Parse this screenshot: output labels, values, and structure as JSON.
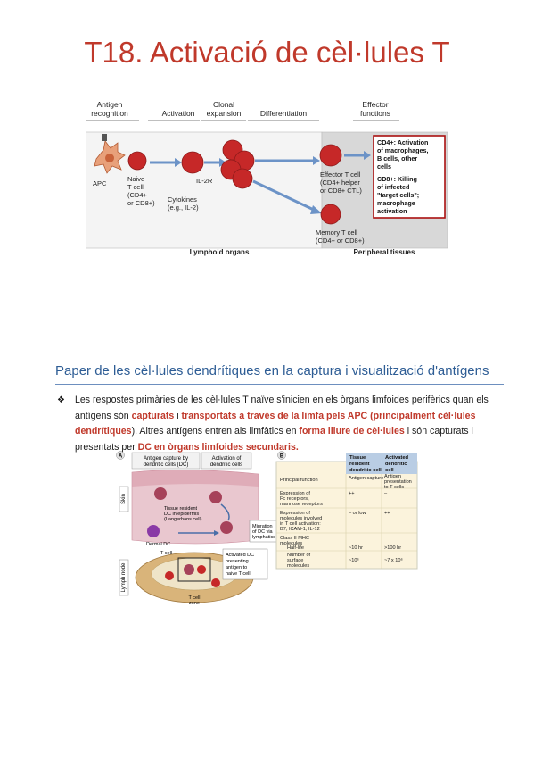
{
  "page": {
    "title": "T18. Activació de cèl·lules T",
    "section_heading": "Paper de les cèl·lules dendrítiques en la captura i visualització d'antígens",
    "paragraph": {
      "s1": "Les respostes primàries de les cèl·lules T naïve s'inicien en els òrgans limfoides perifèrics quan els antígens són ",
      "h1": "capturats",
      "s2": " i ",
      "h2": "transportats a través de la limfa pels APC",
      "s3": " (",
      "h3": "principalment cèl·lules dendrítiques",
      "s4": ").  Altres antígens entren als limfàtics en ",
      "h4": "forma lliure de cèl·lules",
      "s5": " i són capturats i presentats per ",
      "h5": "DC en òrgans limfoides secundaris",
      "s6": "."
    }
  },
  "figure1": {
    "headers": [
      "Antigen recognition",
      "Activation",
      "Clonal expansion",
      "Differentiation",
      "Effector functions"
    ],
    "labels": {
      "apc": "APC",
      "naive_1": "Naive",
      "naive_2": "T cell",
      "naive_3": "(CD4+",
      "naive_4": "or CD8+)",
      "il2r": "IL-2R",
      "cyto_1": "Cytokines",
      "cyto_2": "(e.g., IL-2)",
      "eff_1": "Effector T cell",
      "eff_2": "(CD4+ helper",
      "eff_3": "or CD8+ CTL)",
      "mem_1": "Memory T cell",
      "mem_2": "(CD4+ or CD8+)",
      "box_1": "CD4+: Activation",
      "box_2": "of macrophages,",
      "box_3": "B cells, other",
      "box_4": "cells",
      "box_5": "CD8+: Killing",
      "box_6": "of infected",
      "box_7": "\"target cells\";",
      "box_8": "macrophage",
      "box_9": "activation",
      "lymphoid": "Lymphoid organs",
      "peripheral": "Peripheral tissues"
    }
  },
  "figure2": {
    "panel_a": "A",
    "panel_b": "B",
    "a_head1_l1": "Antigen capture by",
    "a_head1_l2": "dendritic cells (DC)",
    "a_head2_l1": "Activation of",
    "a_head2_l2": "dendritic cells",
    "skin": "Skin",
    "lymph_node": "Lymph node",
    "trdc_1": "Tissue resident",
    "trdc_2": "DC in epidermis",
    "trdc_3": "(Langerhans cell)",
    "dermal": "Dermal DC",
    "mig_1": "Migration",
    "mig_2": "of DC via",
    "mig_3": "lymphatics",
    "tcell": "T cell",
    "act_1": "Activated DC",
    "act_2": "presenting",
    "act_3": "antigen to",
    "act_4": "naive T cell",
    "tzone_1": "T cell",
    "tzone_2": "zone",
    "table": {
      "col1_l1": "Tissue",
      "col1_l2": "resident",
      "col1_l3": "dendritic cell",
      "col2_l1": "Activated",
      "col2_l2": "dendritic",
      "col2_l3": "cell",
      "r1_label": "Principal function",
      "r1_c1": "Antigen capture",
      "r1_c2a": "Antigen",
      "r1_c2b": "presentation",
      "r1_c2c": "to T cells",
      "r2_l1": "Expression of",
      "r2_l2": "Fc receptors,",
      "r2_l3": "mannose receptors",
      "r2_c1": "++",
      "r2_c2": "–",
      "r3_l1": "Expression of",
      "r3_l2": "molecules involved",
      "r3_l3": "in T cell activation:",
      "r3_l4": "B7, ICAM-1, IL-12",
      "r3_c1": "– or low",
      "r3_c2": "++",
      "r4_l1": "Class II MHC",
      "r4_l2": "molecules",
      "r5_label": "Half-life",
      "r5_c1": "~10 hr",
      "r5_c2": ">100 hr",
      "r6_l1": "Number of",
      "r6_l2": "surface",
      "r6_l3": "molecules",
      "r6_c1": "~10⁶",
      "r6_c2": "~7 x 10⁶"
    }
  }
}
